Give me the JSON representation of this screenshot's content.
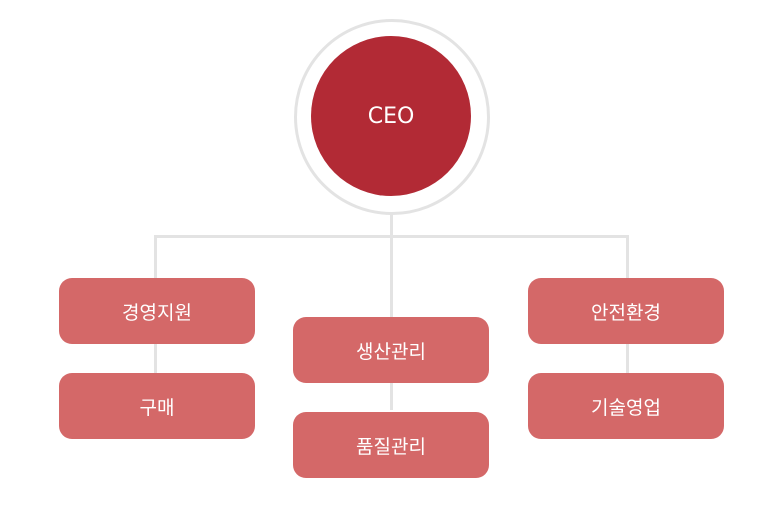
{
  "ceo": "CEO",
  "left": [
    "경영지원",
    "구매"
  ],
  "middle": [
    "생산관리",
    "품질관리"
  ],
  "right": [
    "안전환경",
    "기술영업"
  ],
  "colors": {
    "ceo": "#b22a35",
    "box": "#d46868",
    "line": "#e3e3e3"
  }
}
